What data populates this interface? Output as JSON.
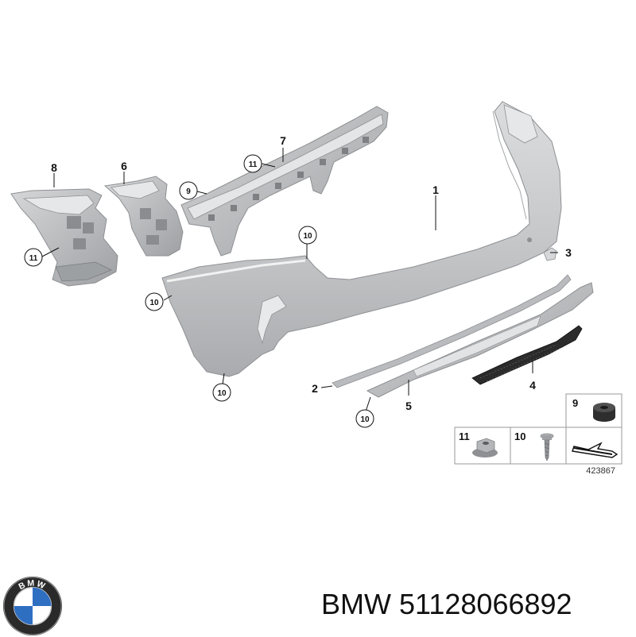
{
  "callouts": {
    "c1": "1",
    "c2": "2",
    "c3": "3",
    "c4": "4",
    "c5": "5",
    "c6": "6",
    "c7": "7",
    "c8": "8",
    "c9": "9",
    "c10a": "10",
    "c10b": "10",
    "c10c": "10",
    "c10d": "10",
    "c11a": "11",
    "c11b": "11"
  },
  "legend": {
    "item9": "9",
    "item10": "10",
    "item11": "11"
  },
  "diagram_number": "423867",
  "logo_text": "BMW",
  "caption": {
    "brand": "BMW",
    "part_number": "51128066892"
  },
  "colors": {
    "part_fill": "#c9cacc",
    "part_stroke": "#8e9093",
    "dark_part": "#2b2b2b",
    "line": "#111111"
  }
}
